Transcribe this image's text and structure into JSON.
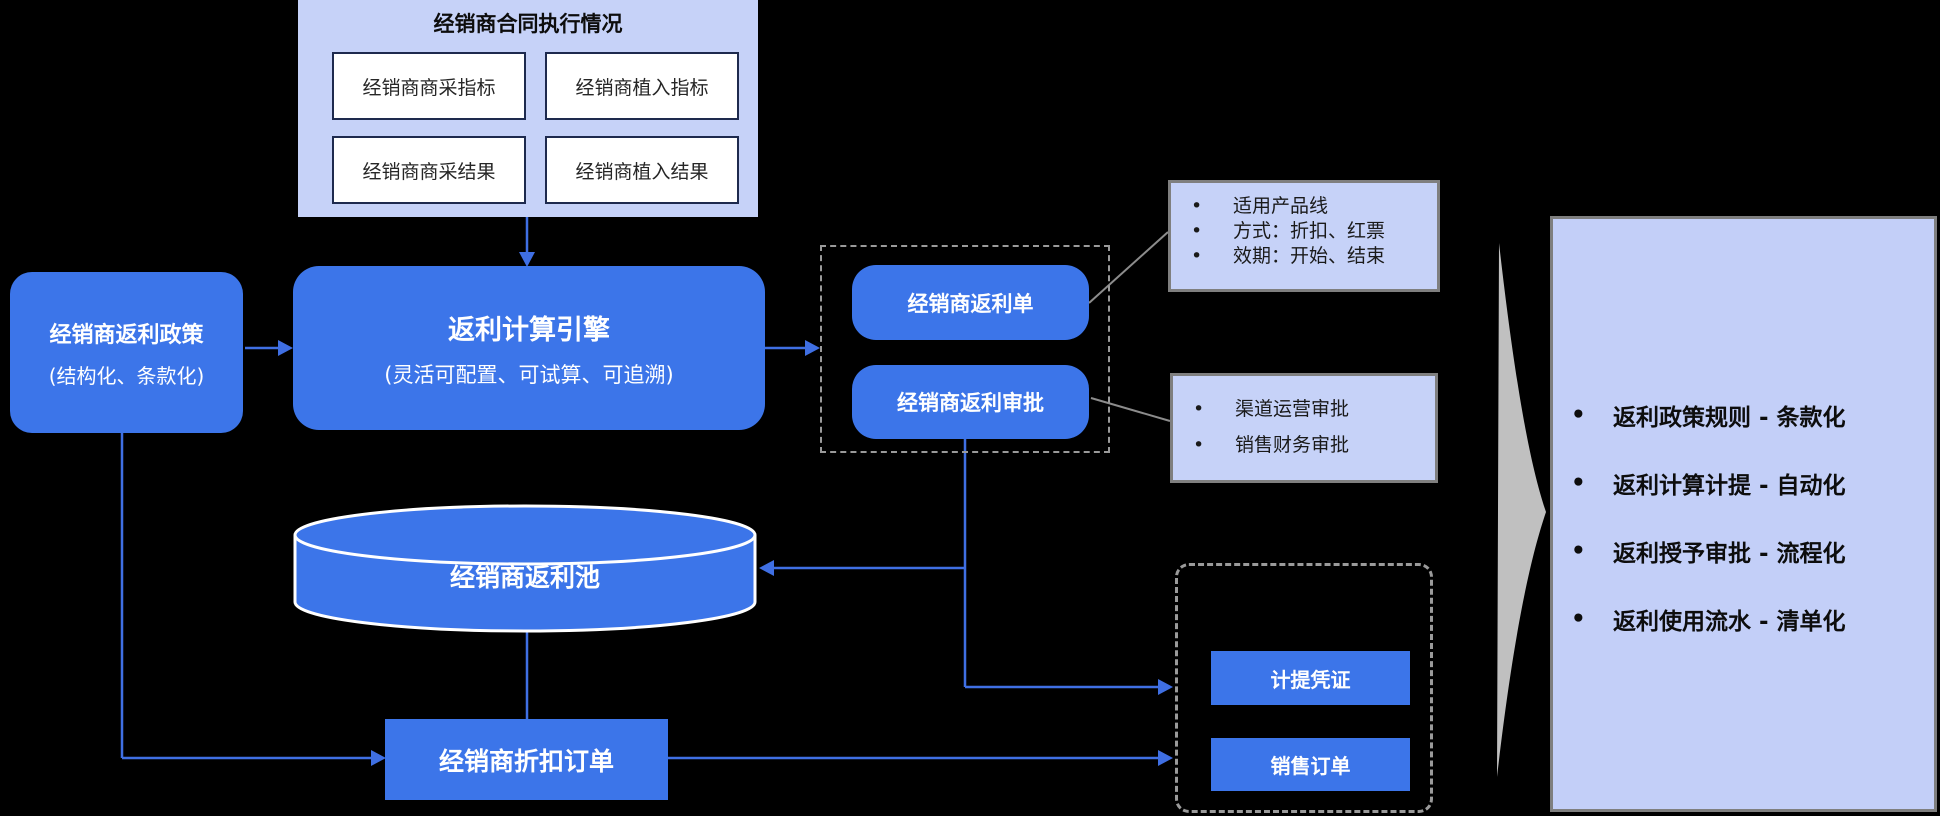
{
  "colors": {
    "background": "#000000",
    "node_blue": "#3C75E9",
    "panel_light_blue": "#C6D2F8",
    "connector_blue": "#3F6FE3",
    "arrow_gray": "#C0C0C0",
    "border_gray": "#7F7F7F",
    "metric_border_navy": "#1E2A4E"
  },
  "contract_panel": {
    "title": "经销商合同执行情况",
    "items": [
      "经销商商采指标",
      "经销商植入指标",
      "经销商商采结果",
      "经销商植入结果"
    ]
  },
  "policy_box": {
    "line1": "经销商返利政策",
    "line2": "(结构化、条款化)"
  },
  "engine_box": {
    "line1": "返利计算引擎",
    "line2": "(灵活可配置、可试算、可追溯)"
  },
  "rebate_group": {
    "rebate_order": "经销商返利单",
    "rebate_approval": "经销商返利审批"
  },
  "note_product": {
    "bullets": [
      "适用产品线",
      "方式：折扣、红票",
      "效期：开始、结束"
    ]
  },
  "note_approval": {
    "bullets": [
      "渠道运营审批",
      "销售财务审批"
    ]
  },
  "rebate_pool": {
    "label": "经销商返利池"
  },
  "discount_order": {
    "label": "经销商折扣订单"
  },
  "voucher_group": {
    "voucher": "计提凭证",
    "sales_order": "销售订单"
  },
  "summary_panel": {
    "bullets": [
      "返利政策规则 - 条款化",
      "返利计算计提 - 自动化",
      "返利授予审批 - 流程化",
      "返利使用流水 - 清单化"
    ]
  }
}
